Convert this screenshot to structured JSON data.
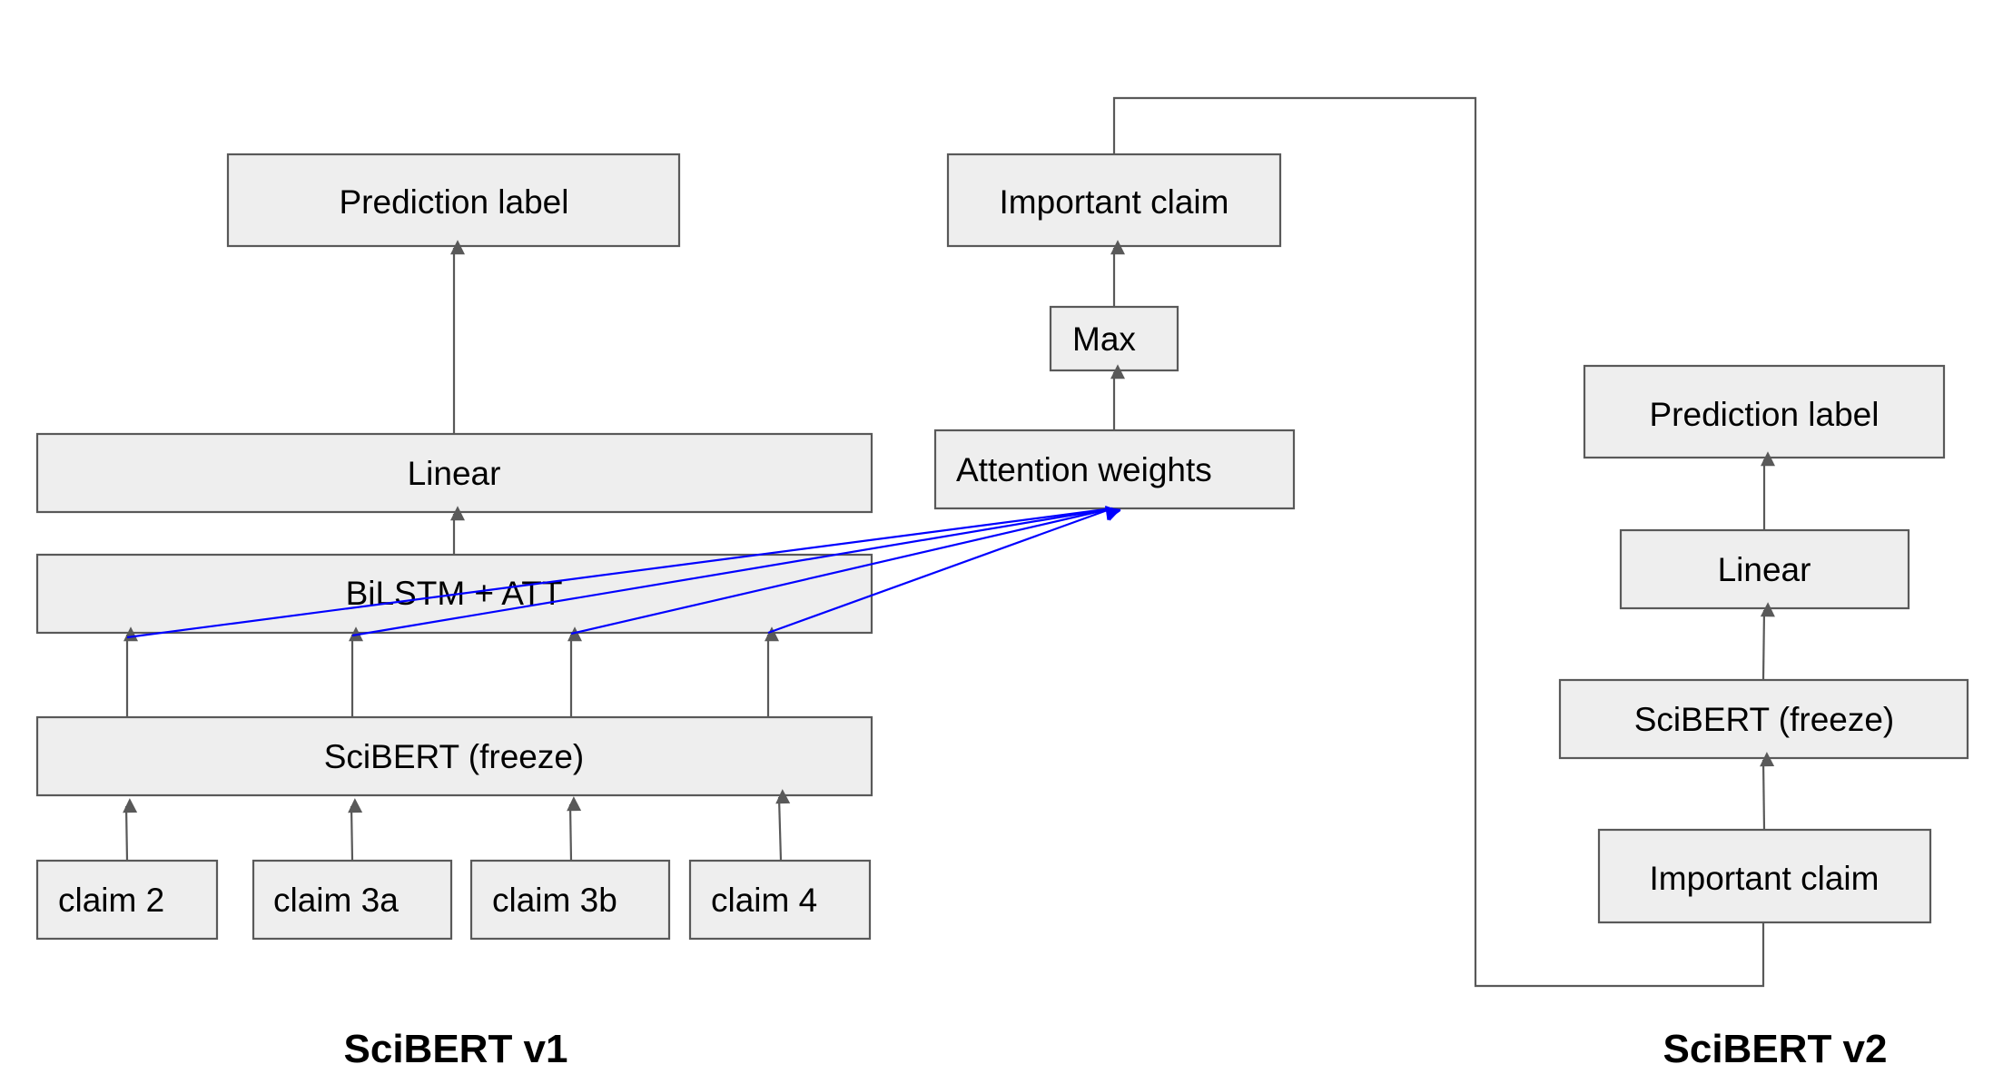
{
  "v1": {
    "prediction_label": "Prediction label",
    "linear": "Linear",
    "bilstm": "BiLSTM + ATT",
    "scibert": "SciBERT (freeze)",
    "claims": [
      "claim 2",
      "claim 3a",
      "claim 3b",
      "claim 4"
    ],
    "title": "SciBERT v1"
  },
  "attention": {
    "important_claim": "Important claim",
    "max": "Max",
    "attention_weights": "Attention weights"
  },
  "v2": {
    "prediction_label": "Prediction label",
    "linear": "Linear",
    "scibert": "SciBERT (freeze)",
    "important_claim": "Important claim",
    "title": "SciBERT v2"
  },
  "colors": {
    "box_fill": "#eeeeee",
    "box_stroke": "#595959",
    "arrow": "#595959",
    "attention_arrow": "#0000ff"
  }
}
